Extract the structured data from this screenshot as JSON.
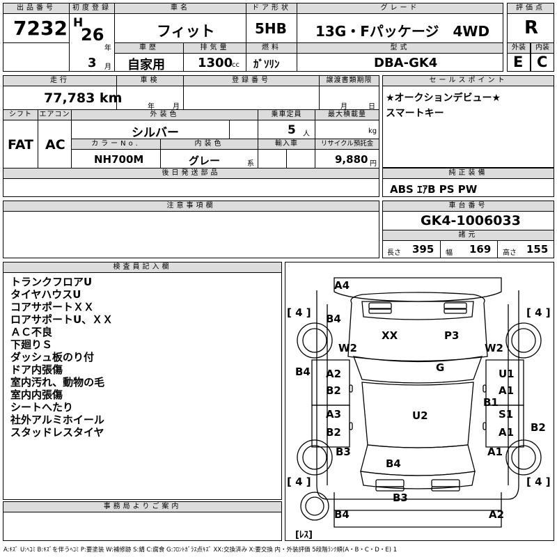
{
  "header": {
    "lot_no_label": "出品番号",
    "lot_no": "7232",
    "first_reg_label": "初度登録",
    "era": "H",
    "year": "26",
    "year_unit": "年",
    "month": "3",
    "month_unit": "月",
    "car_name_label": "車名",
    "car_name": "フィット",
    "door_label": "ドア形状",
    "door": "5HB",
    "grade_label": "グレード",
    "grade": "13G・Fパッケージ　4WD",
    "rating_label": "評価点",
    "rating": "R",
    "history_label": "車歴",
    "history": "自家用",
    "displacement_label": "排気量",
    "displacement": "1300",
    "displacement_unit": "cc",
    "fuel_label": "燃料",
    "fuel": "ｶﾞｿﾘﾝ",
    "model_label": "型式",
    "model": "DBA-GK4",
    "exterior_label": "外装",
    "exterior": "E",
    "interior_label": "内装",
    "interior": "C"
  },
  "row2": {
    "mileage_label": "走行",
    "mileage": "77,783 km",
    "inspection_label": "車検",
    "inspection_year_unit": "年",
    "inspection_month_unit": "月",
    "reg_no_label": "登録番号",
    "transfer_label": "譲渡書類期限",
    "transfer_month_unit": "月",
    "transfer_day_unit": "日",
    "shift_label": "シフト",
    "shift": "FAT",
    "ac_label": "エアコン",
    "ac": "AC",
    "ext_color_label": "外装色",
    "ext_color": "シルバー",
    "capacity_label": "乗車定員",
    "capacity": "5",
    "capacity_unit": "人",
    "load_label": "最大積載量",
    "load_unit": "kg",
    "color_no_label": "カラーNo.",
    "color_no": "NH700M",
    "int_color_label": "内装色",
    "int_color": "グレー",
    "int_color_unit": "系",
    "import_label": "輸入車",
    "recycle_label": "リサイクル預託金",
    "recycle": "9,880",
    "recycle_unit": "円",
    "later_parts_label": "後日発送部品"
  },
  "sales": {
    "label": "セールスポイント",
    "lines": [
      "★オークションデビュー★",
      "スマートキー"
    ]
  },
  "equipment": {
    "label": "純正装備",
    "value": "ABS ｴｱB PS PW"
  },
  "notes": {
    "label": "注意事項欄"
  },
  "chassis": {
    "label": "車台番号",
    "value": "GK4-1006033",
    "dims_label": "諸元",
    "length_label": "長さ",
    "length": "395",
    "width_label": "幅",
    "width": "169",
    "height_label": "高さ",
    "height": "155"
  },
  "inspector": {
    "label": "検査員記入欄",
    "lines": [
      "トランクフロアU",
      "タイヤハウスU",
      "コアサポートＸＸ",
      "ロアサポートU、ＸＸ",
      "ＡＣ不良",
      "下廻りＳ",
      "ダッシュ板のり付",
      "ドア内張傷",
      "室内汚れ、動物の毛",
      "室内内張傷",
      "シートへたり",
      "社外アルミホイール",
      "スタッドレスタイヤ"
    ]
  },
  "office": {
    "label": "事務局よりご案内"
  },
  "diagram": {
    "marks": {
      "front_bumper": "A4",
      "hood_left": "B4",
      "hood_xx": "XX",
      "hood_p3": "P3",
      "fender_left": "W2",
      "fender_right": "W2",
      "roof_g": "G",
      "side_left": "B4",
      "door_fl_a": "A2",
      "door_fl_b": "B2",
      "door_rl_a": "A3",
      "door_rl_b": "B2",
      "door_fr_u": "U1",
      "door_fr_a": "A1",
      "pillar_right": "B1",
      "door_rr_s": "S1",
      "door_rr_a": "A1",
      "side_right": "B2",
      "roof_u": "U2",
      "quarter_left": "B3",
      "quarter_right": "A1",
      "trunk": "B4",
      "rear_bumper": "B3",
      "rear_left": "B4",
      "rear_right": "A2"
    },
    "tires": {
      "fl": "[ 4 ]",
      "fr": "[ 4 ]",
      "rl": "[ 4 ]",
      "rr": "[ 4 ]",
      "spare": "[ﾚｽ]"
    }
  },
  "legend": "A:ｷｽﾞ U:ﾍｺﾐ B:ｷｽﾞを伴うﾍｺﾐ P:要塗装 W:補修跡 S:錆 C:腐食 G:ﾌﾛﾝﾄｶﾞﾗｽ点ｷｽﾞ XX:交換済み X:要交換 内・外装評価 5段階ﾗﾝｸ順(A・B・C・D・E) 1"
}
